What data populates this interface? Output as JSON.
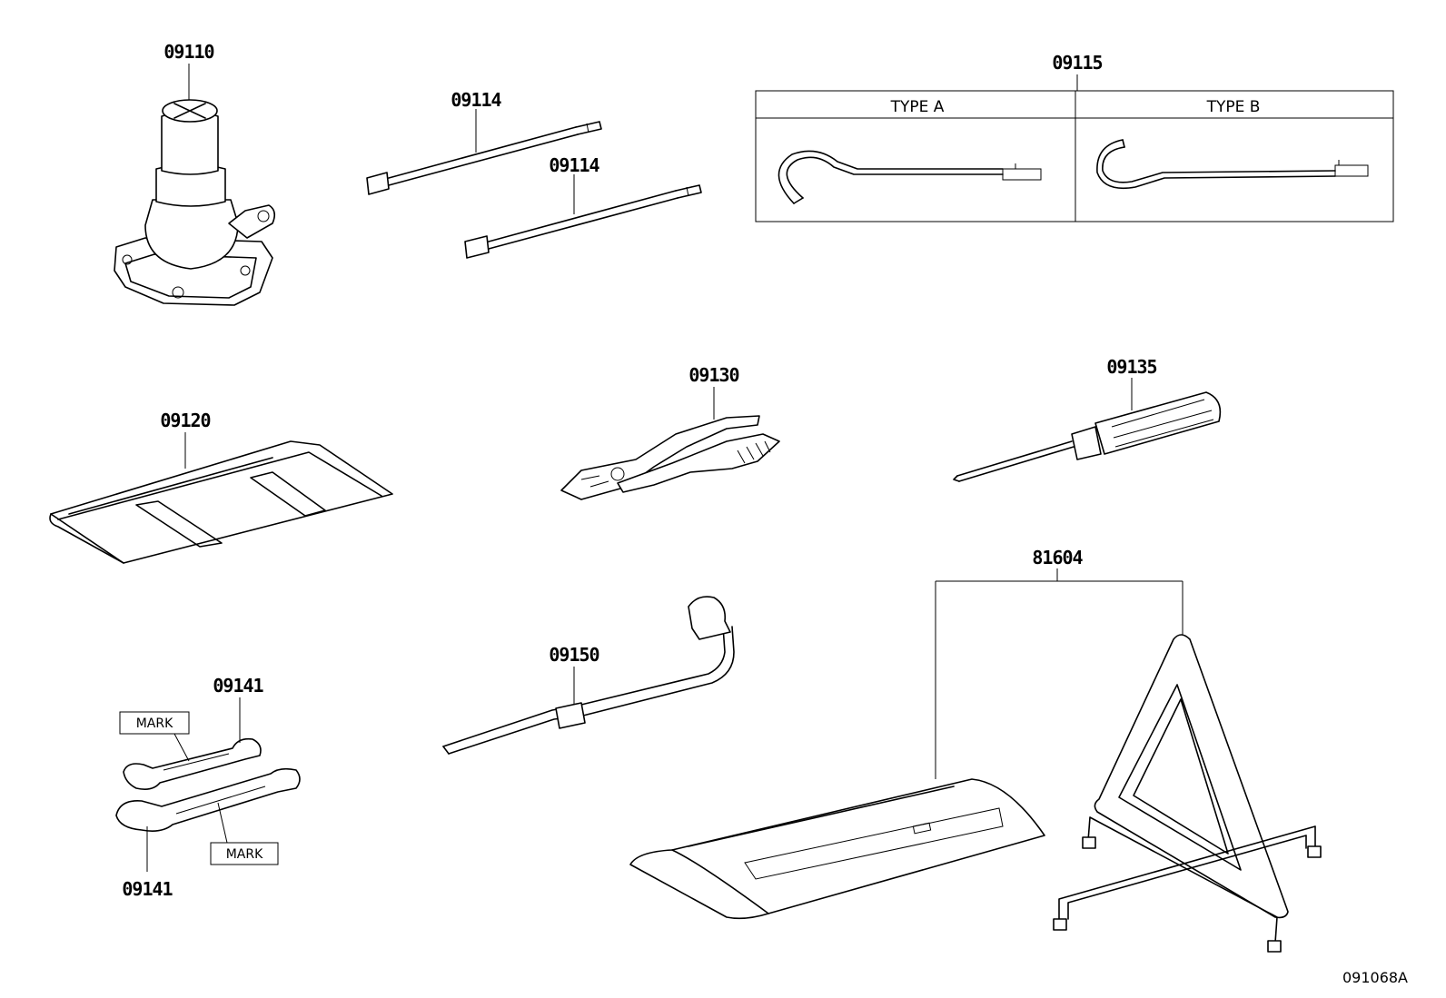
{
  "parts": {
    "jack": "09110",
    "handle_top": "09114",
    "handle_bottom": "09114",
    "hook_group": "09115",
    "tool_bag": "09120",
    "pliers": "09130",
    "screwdriver": "09135",
    "wrench_top": "09141",
    "wrench_bottom": "09141",
    "lug_wrench": "09150",
    "triangle": "81604"
  },
  "hook_box": {
    "type_a": "TYPE A",
    "type_b": "TYPE B"
  },
  "marks": {
    "top": "MARK",
    "bottom": "MARK"
  },
  "diagram_ref": "091068A"
}
